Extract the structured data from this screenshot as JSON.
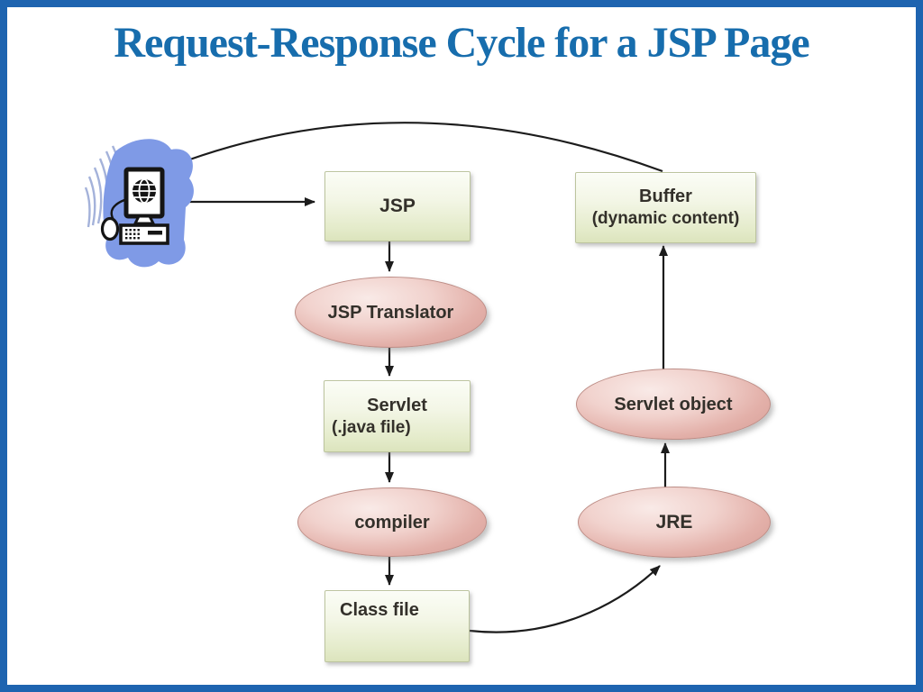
{
  "page": {
    "title": "Request-Response Cycle for  a JSP Page"
  },
  "colors": {
    "title_blue": "#176dad",
    "frame_blue": "#1e64b0",
    "box_green_light": "#fbfdf6",
    "box_green_dark": "#dce4bd",
    "ellipse_pink_light": "#f9eae7",
    "ellipse_pink_dark": "#d59c95",
    "arrow_black": "#1c1c1c",
    "client_icon_blue": "#7f9ae6"
  },
  "icons": {
    "client": "client-computer-with-globe-keyboard-mouse"
  },
  "nodes": {
    "jsp": {
      "label": "JSP"
    },
    "jsp_translator": {
      "label": "JSP Translator"
    },
    "servlet": {
      "line1": "Servlet",
      "line2": "(.java file)"
    },
    "compiler": {
      "label": "compiler"
    },
    "class_file": {
      "label": "Class file"
    },
    "buffer": {
      "line1": "Buffer",
      "line2": "(dynamic content)"
    },
    "servlet_object": {
      "label": "Servlet object"
    },
    "jre": {
      "label": "JRE"
    }
  }
}
